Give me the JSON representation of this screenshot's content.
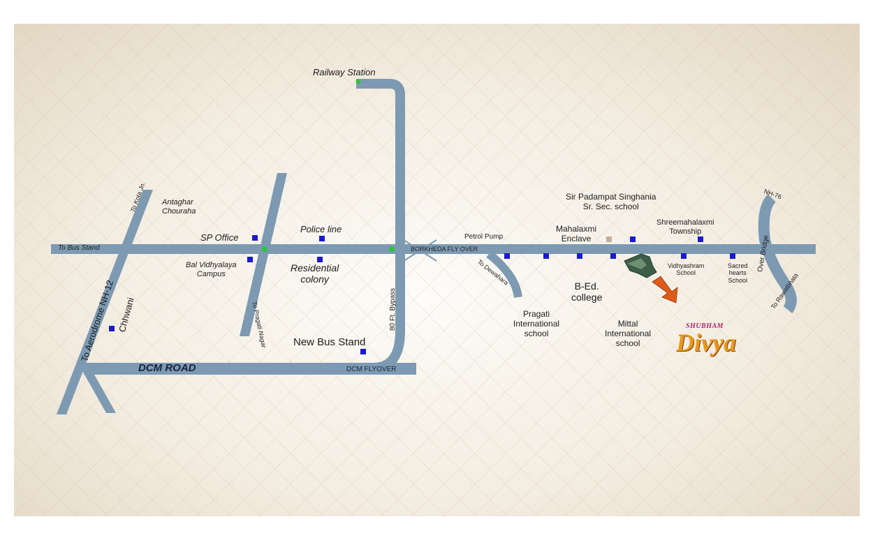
{
  "map": {
    "railway_station": "Railway Station",
    "antaghar": [
      "Antaghar",
      "Chouraha"
    ],
    "to_kota_jn": "To Kota Jn.",
    "sp_office": "SP Office",
    "police_line": "Police line",
    "to_bus_stand": "To Bus Stand",
    "bal_vidhyalaya": [
      "Bal Vidhyalaya",
      "Campus"
    ],
    "to_pragati_nagar": "To Pragati Nagar",
    "residential_colony": [
      "Residential",
      "colony"
    ],
    "borkheda_flyover": "BORKHEDA FLY OVER",
    "bypass": "80 Ft. Bypass",
    "petrol_pump": "Petrol Pump",
    "to_dewahara": "To Dewahara",
    "mahalaxmi_enclave": [
      "Mahalaxmi",
      "Enclave"
    ],
    "sir_padampat": [
      "Sir Padampat Singhania",
      "Sr. Sec. school"
    ],
    "shreemahalaxmi": [
      "Shreemahalaxmi",
      "Township"
    ],
    "nh76": "NH-76",
    "over_bridge": "Over Bridge",
    "to_rawatbhata": "To Rawatbhata",
    "vidhyashram": [
      "Vidhyashram",
      "School"
    ],
    "sacred_hearts": [
      "Sacred",
      "hearts",
      "School"
    ],
    "bed_college": [
      "B-Ed.",
      "college"
    ],
    "pragati_international": [
      "Pragati",
      "International",
      "school"
    ],
    "mittal_international": [
      "Mittal",
      "International",
      "school"
    ],
    "chhwani": "Chhwani",
    "to_aerodrome": "To Aerodrome  NH-12",
    "new_bus_stand": "New Bus Stand",
    "dcm_road": "DCM ROAD",
    "dcm_flyover": "DCM FLYOVER",
    "brand": {
      "top": "SHUBHAM",
      "main": "Divya"
    }
  },
  "colors": {
    "road": "#7d9ab2",
    "marker": "#1a1acc",
    "junction": "#2fc43a",
    "landmark_tan": "#c4b09a",
    "arrow": "#e05a1a",
    "brand_orange": "#e69a1c",
    "brand_magenta": "#b0246a"
  }
}
